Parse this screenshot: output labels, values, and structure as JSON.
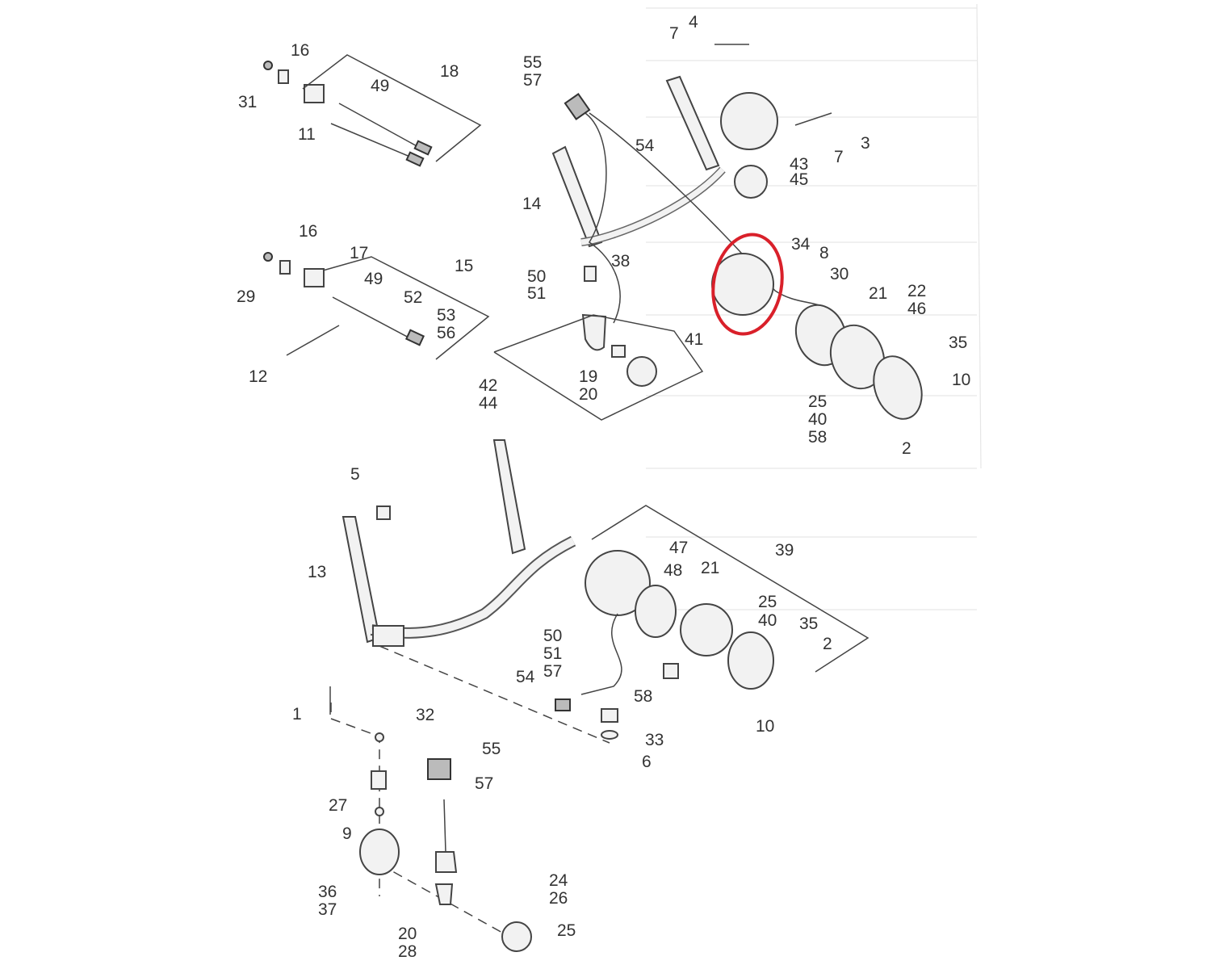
{
  "diagram": {
    "type": "exploded parts diagram",
    "highlight_color": "#d9202a",
    "highlighted_callout": "34",
    "labels": [
      "16",
      "31",
      "18",
      "49",
      "11",
      "16",
      "17",
      "15",
      "29",
      "49",
      "52",
      "53",
      "56",
      "12",
      "4",
      "7",
      "55",
      "57",
      "3",
      "7",
      "54",
      "43",
      "45",
      "14",
      "34",
      "8",
      "30",
      "38",
      "50",
      "51",
      "21",
      "22",
      "46",
      "35",
      "41",
      "10",
      "19",
      "20",
      "42",
      "44",
      "25",
      "40",
      "58",
      "2",
      "5",
      "13",
      "47",
      "39",
      "48",
      "21",
      "25",
      "40",
      "35",
      "2",
      "50",
      "51",
      "57",
      "54",
      "58",
      "1",
      "32",
      "33",
      "10",
      "6",
      "55",
      "57",
      "27",
      "9",
      "36",
      "37",
      "24",
      "26",
      "25",
      "20",
      "28"
    ]
  }
}
